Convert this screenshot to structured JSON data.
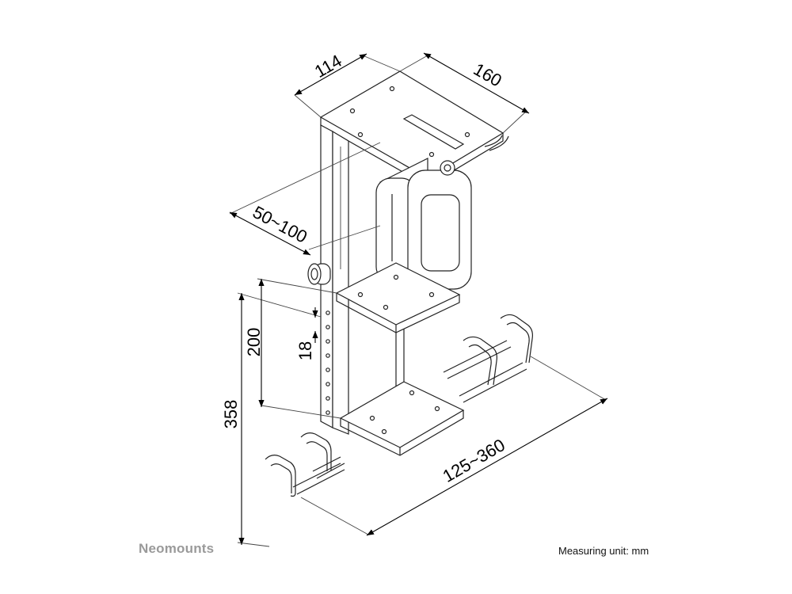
{
  "brand": "Neomounts",
  "measuring_unit": "Measuring unit: mm",
  "dimensions": {
    "top_depth": "114",
    "top_width": "160",
    "height_range": "50~100",
    "shelf_gap": "200",
    "hole_pitch": "18",
    "total_height": "358",
    "width_range": "125~360"
  }
}
